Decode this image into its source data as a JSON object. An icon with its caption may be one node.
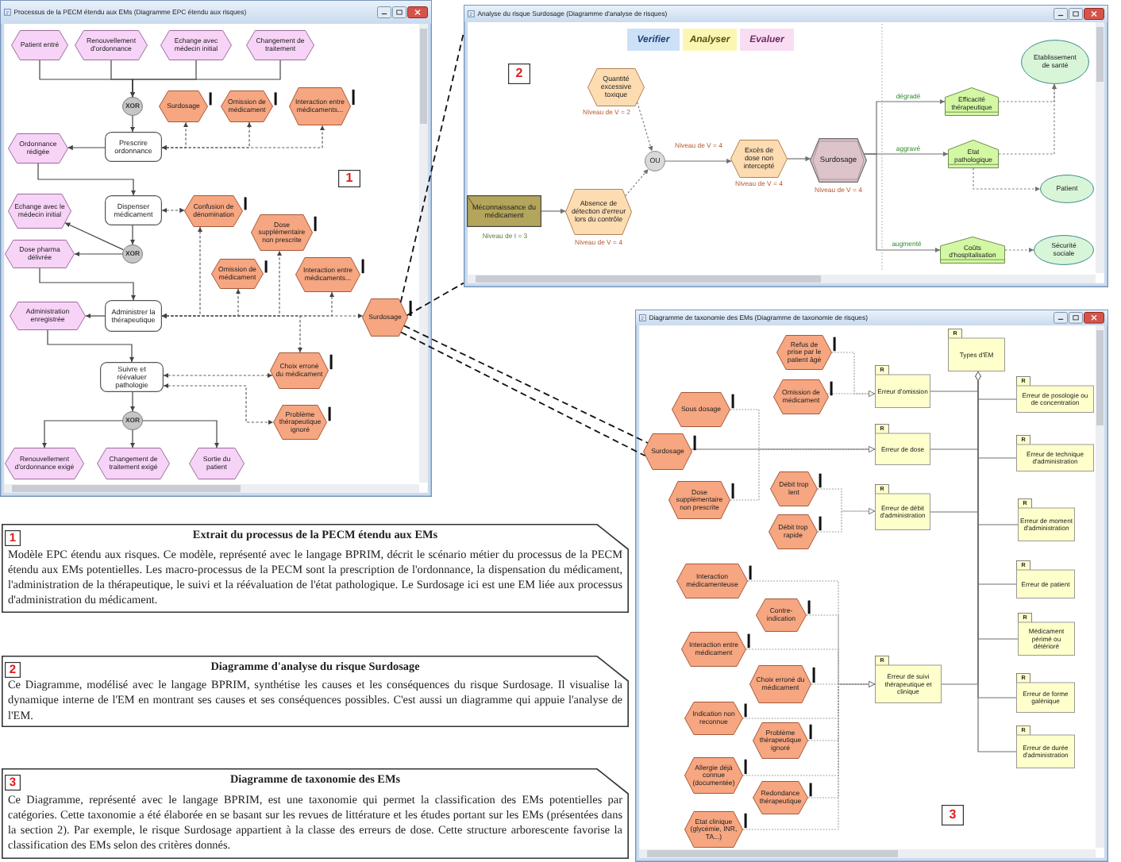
{
  "diagram": {
    "nodes": [
      {
        "text": [
          "Processus de la PECM étendu aux EMs (Diagramme EPC étendu aux risques)"
        ]
      },
      {
        "text": [
          "Patient entré"
        ],
        "in": 0
      },
      {
        "text": [
          "Renouvellement d'ordonnance"
        ],
        "in": 0
      },
      {
        "text": [
          "Echange avec médecin initial"
        ],
        "in": 0
      },
      {
        "text": [
          "Changement de traitement"
        ],
        "in": 0
      },
      {
        "text": [
          "XOR"
        ],
        "in": 0
      },
      {
        "text": [
          "Surdosage"
        ],
        "in": 0
      },
      {
        "text": [
          "Omission de médicament"
        ],
        "in": 0
      },
      {
        "text": [
          "Interaction entre médicaments..."
        ],
        "in": 0
      },
      {
        "text": [
          "Prescrire ordonnance"
        ],
        "in": 0
      },
      {
        "text": [
          "Ordonnance rédigée"
        ],
        "in": 0
      },
      {
        "text": [
          "1"
        ],
        "in": 0
      },
      {
        "text": [
          "Echange avec le médecin initial"
        ],
        "in": 0
      },
      {
        "text": [
          "Dispenser médicament"
        ],
        "in": 0
      },
      {
        "text": [
          "Confusion de dénomination"
        ],
        "in": 0
      },
      {
        "text": [
          "Dose supplémentaire non prescrite"
        ],
        "in": 0
      },
      {
        "text": [
          "XOR"
        ],
        "in": 0
      },
      {
        "text": [
          "Dose pharma délivrée"
        ],
        "in": 0
      },
      {
        "text": [
          "Omission de médicament"
        ],
        "in": 0
      },
      {
        "text": [
          "Interaction entre médicaments..."
        ],
        "in": 0
      },
      {
        "text": [
          "Administration enregistrée"
        ],
        "in": 0
      },
      {
        "text": [
          "Administrer la thérapeutique"
        ],
        "in": 0
      },
      {
        "text": [
          "Surdosage"
        ],
        "in": 0
      },
      {
        "text": [
          "Choix erroné du médicament"
        ],
        "in": 0
      },
      {
        "text": [
          "Suivre et réévaluer pathologie"
        ],
        "in": 0
      },
      {
        "text": [
          "Problème thérapeutique ignoré"
        ],
        "in": 0
      },
      {
        "text": [
          "XOR"
        ],
        "in": 0
      },
      {
        "text": [
          "Renouvellement d'ordonnance exigé"
        ],
        "in": 0
      },
      {
        "text": [
          "Changement de traitement exigé"
        ],
        "in": 0
      },
      {
        "text": [
          "Sortie du patient"
        ],
        "in": 0
      },
      {
        "text": [
          "Analyse du risque Surdosage (Diagramme d'analyse de risques)"
        ]
      },
      {
        "text": [
          "Verifier"
        ],
        "in": 30
      },
      {
        "text": [
          "Analyser"
        ],
        "in": 30
      },
      {
        "text": [
          "Evaluer"
        ],
        "in": 30
      },
      {
        "text": [
          "2"
        ],
        "in": 30
      },
      {
        "text": [
          "Quantité excessive toxique"
        ],
        "in": 30,
        "beside": [
          "Niveau de V = 2"
        ]
      },
      {
        "text": [
          "Etablissement de santé"
        ],
        "in": 30
      },
      {
        "text": [
          "Efficacité thérapeutique"
        ],
        "in": 30
      },
      {
        "text": [
          "OU"
        ],
        "in": 30
      },
      {
        "text": [
          "Excès de dose non intercepté"
        ],
        "in": 30,
        "beside": [
          "Niveau de V = 4"
        ]
      },
      {
        "text": [
          "Surdosage"
        ],
        "in": 30,
        "beside": [
          "Niveau de V = 4"
        ]
      },
      {
        "text": [
          "Etat pathologique"
        ],
        "in": 30
      },
      {
        "text": [
          "Patient"
        ],
        "in": 30
      },
      {
        "text": [
          "Méconnaissance du médicament"
        ],
        "in": 30,
        "beside": [
          "Niveau de I = 3"
        ]
      },
      {
        "text": [
          "Absence de détection d'erreur lors du contrôle"
        ],
        "in": 30,
        "beside": [
          "Niveau de V = 4"
        ]
      },
      {
        "text": [
          "Coûts d'hospitalisation"
        ],
        "in": 30
      },
      {
        "text": [
          "Sécurité sociale"
        ],
        "in": 30
      },
      {
        "text": [
          "Diagramme de taxonomie des EMs (Diagramme de taxonomie de risques)"
        ]
      },
      {
        "text": [
          "R",
          "Types d'EM"
        ],
        "in": 47
      },
      {
        "text": [
          "Refus de prise par le patient âgé"
        ],
        "in": 47
      },
      {
        "text": [
          "Omission de médicament"
        ],
        "in": 47
      },
      {
        "text": [
          "R",
          "Erreur d'omission"
        ],
        "in": 47
      },
      {
        "text": [
          "Sous dosage"
        ],
        "in": 47
      },
      {
        "text": [
          "R",
          "Erreur de posologie ou de concentration"
        ],
        "in": 47
      },
      {
        "text": [
          "Surdosage"
        ],
        "in": 47
      },
      {
        "text": [
          "R",
          "Erreur de dose"
        ],
        "in": 47
      },
      {
        "text": [
          "R",
          "Erreur de technique d'administration"
        ],
        "in": 47
      },
      {
        "text": [
          "Dose supplémentaire non prescrite"
        ],
        "in": 47
      },
      {
        "text": [
          "Débit trop lent"
        ],
        "in": 47
      },
      {
        "text": [
          "R",
          "Erreur de débit d'administration"
        ],
        "in": 47
      },
      {
        "text": [
          "R",
          "Erreur de moment d'administration"
        ],
        "in": 47
      },
      {
        "text": [
          "Débit trop rapide"
        ],
        "in": 47
      },
      {
        "text": [
          "Interaction médicamenteuse"
        ],
        "in": 47
      },
      {
        "text": [
          "R",
          "Erreur de patient"
        ],
        "in": 47
      },
      {
        "text": [
          "Contre-indication"
        ],
        "in": 47
      },
      {
        "text": [
          "Interaction entre médicament"
        ],
        "in": 47
      },
      {
        "text": [
          "R",
          "Médicament périmé ou détérioré"
        ],
        "in": 47
      },
      {
        "text": [
          "Choix erroné du médicament"
        ],
        "in": 47
      },
      {
        "text": [
          "R",
          "Erreur de suivi thérapeutique et clinique"
        ],
        "in": 47
      },
      {
        "text": [
          "Indication non reconnue"
        ],
        "in": 47
      },
      {
        "text": [
          "R",
          "Erreur de forme galénique"
        ],
        "in": 47
      },
      {
        "text": [
          "Problème thérapeutique ignoré"
        ],
        "in": 47
      },
      {
        "text": [
          "Allergie déjà connue (documentée)"
        ],
        "in": 47
      },
      {
        "text": [
          "R",
          "Erreur de durée d'administration"
        ],
        "in": 47
      },
      {
        "text": [
          "Redondance thérapeutique"
        ],
        "in": 47
      },
      {
        "text": [
          "3"
        ],
        "in": 47
      },
      {
        "text": [
          "Etat clinique (glycémie, INR, TA...)"
        ],
        "in": 47
      },
      {
        "text": [
          "Extrait du processus de la PECM étendu aux EMs",
          "Modèle EPC étendu aux risques. Ce modèle, représenté avec le langage BPRIM, décrit le scénario métier du processus de la PECM étendu aux EMs potentielles. Les macro-processus de la PECM sont la prescription de l'ordonnance, la dispensation du médicament, l'administration de la thérapeutique, le suivi et la réévaluation de l'état pathologique. Le Surdosage ici est une EM liée aux processus d'administration du médicament."
        ]
      },
      {
        "text": [
          "1"
        ],
        "in": 77
      },
      {
        "text": [
          "Diagramme d'analyse du risque Surdosage",
          "Ce Diagramme, modélisé avec le langage BPRIM, synthétise les causes et les conséquences du risque Surdosage. Il visualise la dynamique interne de l'EM en montrant ses causes et ses conséquences possibles. C'est aussi un diagramme qui appuie l'analyse de l'EM."
        ]
      },
      {
        "text": [
          "2"
        ],
        "in": 79
      },
      {
        "text": [
          "Diagramme de taxonomie des EMs",
          "Ce Diagramme, représenté avec le langage BPRIM, est une taxonomie qui permet la classification des EMs potentielles par catégories. Cette taxonomie a été élaborée en se basant sur les revues de littérature et les études portant sur les EMs (présentées dans la section 2). Par exemple, le risque Surdosage appartient à la classe des erreurs de dose. Cette structure arborescente favorise la classification des EMs selon des critères donnés."
        ]
      },
      {
        "text": [
          "3"
        ],
        "in": 81
      }
    ],
    "edges": [
      {
        "from": 1,
        "to": 5,
        "arrow": "to"
      },
      {
        "from": 2,
        "to": 5,
        "arrow": "to"
      },
      {
        "from": 3,
        "to": 5,
        "arrow": "to"
      },
      {
        "from": 4,
        "to": 5,
        "arrow": "to"
      },
      {
        "from": 5,
        "to": 9,
        "arrow": "to"
      },
      {
        "from": 9,
        "to": 10,
        "arrow": "to"
      },
      {
        "from": 9,
        "to": 6,
        "arrow": "both",
        "style": "dashed"
      },
      {
        "from": 9,
        "to": 7,
        "arrow": "both",
        "style": "dashed"
      },
      {
        "from": 9,
        "to": 8,
        "arrow": "both",
        "style": "dashed"
      },
      {
        "from": 10,
        "to": 13,
        "arrow": "to"
      },
      {
        "from": 13,
        "to": 14,
        "arrow": "both",
        "style": "dashed"
      },
      {
        "from": 13,
        "to": 16,
        "arrow": "to"
      },
      {
        "from": 16,
        "to": 12,
        "arrow": "to"
      },
      {
        "from": 16,
        "to": 17,
        "arrow": "to"
      },
      {
        "from": 17,
        "to": 21,
        "arrow": "to"
      },
      {
        "from": 21,
        "to": 20,
        "arrow": "to"
      },
      {
        "from": 21,
        "to": 14,
        "arrow": "both",
        "style": "dashed"
      },
      {
        "from": 21,
        "to": 15,
        "arrow": "both",
        "style": "dashed"
      },
      {
        "from": 21,
        "to": 18,
        "arrow": "both",
        "style": "dashed"
      },
      {
        "from": 21,
        "to": 19,
        "arrow": "both",
        "style": "dashed"
      },
      {
        "from": 21,
        "to": 22,
        "arrow": "both",
        "style": "dashed"
      },
      {
        "from": 21,
        "to": 23,
        "arrow": "both",
        "style": "dashed"
      },
      {
        "from": 20,
        "to": 24,
        "arrow": "to"
      },
      {
        "from": 24,
        "to": 23,
        "arrow": "both",
        "style": "dashed"
      },
      {
        "from": 24,
        "to": 25,
        "arrow": "both",
        "style": "dashed"
      },
      {
        "from": 24,
        "to": 26,
        "arrow": "to"
      },
      {
        "from": 26,
        "to": 27,
        "arrow": "to"
      },
      {
        "from": 26,
        "to": 28,
        "arrow": "to"
      },
      {
        "from": 26,
        "to": 29,
        "arrow": "to"
      },
      {
        "from": 22,
        "to": 30,
        "arrow": "none",
        "style": "dashed",
        "color": "#111111"
      },
      {
        "from": 22,
        "to": 30,
        "arrow": "none",
        "style": "dashed",
        "color": "#111111"
      },
      {
        "from": 22,
        "to": 54,
        "arrow": "none",
        "style": "dashed",
        "color": "#111111"
      },
      {
        "from": 22,
        "to": 54,
        "arrow": "none",
        "style": "dashed",
        "color": "#111111"
      },
      {
        "from": 35,
        "to": 38,
        "arrow": "to",
        "style": "dashed"
      },
      {
        "from": 43,
        "to": 44,
        "arrow": "to"
      },
      {
        "from": 44,
        "to": 38,
        "arrow": "to",
        "style": "dashed"
      },
      {
        "from": 38,
        "to": 39,
        "arrow": "to",
        "label": "Niveau de V = 4"
      },
      {
        "from": 39,
        "to": 40,
        "arrow": "to"
      },
      {
        "from": 40,
        "to": 37,
        "arrow": "to",
        "label": "dégradé"
      },
      {
        "from": 40,
        "to": 41,
        "arrow": "to",
        "label": "aggravé"
      },
      {
        "from": 40,
        "to": 45,
        "arrow": "to",
        "label": "augmenté"
      },
      {
        "from": 37,
        "to": 36,
        "arrow": "to",
        "style": "dashed"
      },
      {
        "from": 41,
        "to": 36,
        "arrow": "to",
        "style": "dashed"
      },
      {
        "from": 41,
        "to": 42,
        "arrow": "to",
        "style": "dashed"
      },
      {
        "from": 45,
        "to": 46,
        "arrow": "to",
        "style": "dashed"
      },
      {
        "from": 49,
        "to": 51,
        "arrow": "to",
        "style": "dashed"
      },
      {
        "from": 50,
        "to": 51,
        "arrow": "to",
        "style": "dashed"
      },
      {
        "from": 52,
        "to": 55,
        "arrow": "to",
        "style": "dashed"
      },
      {
        "from": 54,
        "to": 55,
        "arrow": "to"
      },
      {
        "from": 57,
        "to": 55,
        "arrow": "to",
        "style": "dashed"
      },
      {
        "from": 58,
        "to": 59,
        "arrow": "to",
        "style": "dashed"
      },
      {
        "from": 61,
        "to": 59,
        "arrow": "to",
        "style": "dashed"
      },
      {
        "from": 62,
        "to": 68,
        "arrow": "to",
        "style": "dashed"
      },
      {
        "from": 64,
        "to": 68,
        "arrow": "to",
        "style": "dashed"
      },
      {
        "from": 65,
        "to": 68,
        "arrow": "to",
        "style": "dashed"
      },
      {
        "from": 67,
        "to": 68,
        "arrow": "to",
        "style": "dashed"
      },
      {
        "from": 69,
        "to": 68,
        "arrow": "to",
        "style": "dashed"
      },
      {
        "from": 71,
        "to": 68,
        "arrow": "to",
        "style": "dashed"
      },
      {
        "from": 72,
        "to": 68,
        "arrow": "to",
        "style": "dashed"
      },
      {
        "from": 74,
        "to": 68,
        "arrow": "to",
        "style": "dashed"
      },
      {
        "from": 76,
        "to": 68,
        "arrow": "to",
        "style": "dashed"
      },
      {
        "from": 51,
        "to": 48,
        "arrow": "other"
      },
      {
        "from": 53,
        "to": 48,
        "arrow": "other"
      },
      {
        "from": 55,
        "to": 48,
        "arrow": "other"
      },
      {
        "from": 56,
        "to": 48,
        "arrow": "other"
      },
      {
        "from": 59,
        "to": 48,
        "arrow": "other"
      },
      {
        "from": 60,
        "to": 48,
        "arrow": "other"
      },
      {
        "from": 63,
        "to": 48,
        "arrow": "other"
      },
      {
        "from": 66,
        "to": 48,
        "arrow": "other"
      },
      {
        "from": 68,
        "to": 48,
        "arrow": "other"
      },
      {
        "from": 70,
        "to": 48,
        "arrow": "other"
      },
      {
        "from": 73,
        "to": 48,
        "arrow": "other"
      }
    ]
  }
}
